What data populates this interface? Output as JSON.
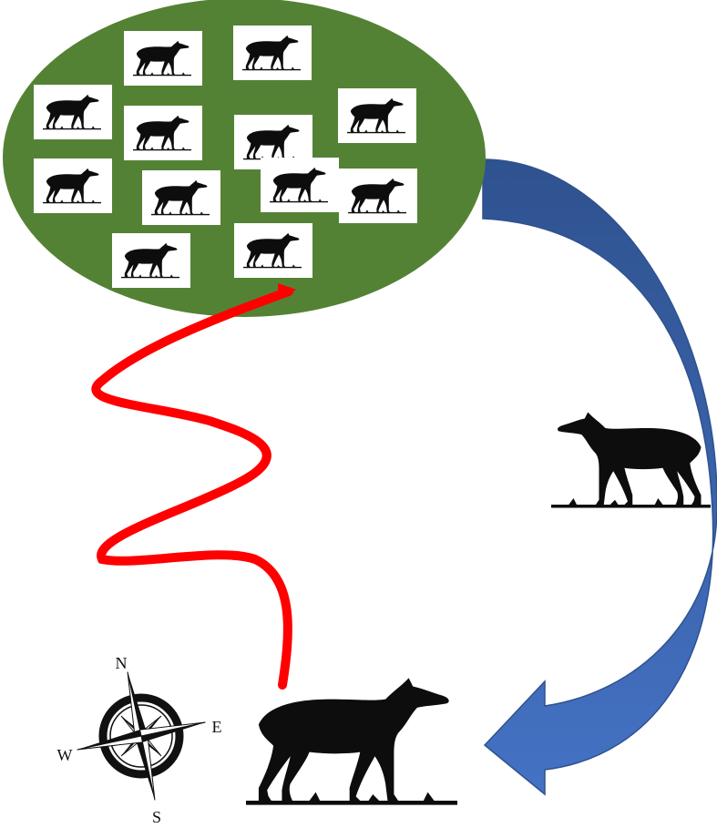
{
  "diagram": {
    "colors": {
      "group_ellipse": "#548235",
      "return_arrow_top": "#2f528f",
      "return_arrow_bottom": "#4472c4",
      "wander_path": "#ff0000",
      "silhouette": "#0d0d0d",
      "tile_background": "#ffffff"
    },
    "group": {
      "member_count": 12,
      "member_icon": "deer-silhouette-icon"
    },
    "compass": {
      "icon": "compass-rose-icon",
      "north": "N",
      "east": "E",
      "south": "S",
      "west": "W"
    },
    "solitary_deer": {
      "icon": "deer-silhouette-icon"
    },
    "returning_deer": {
      "icon": "deer-silhouette-icon"
    },
    "return_arrow": {
      "icon": "curved-arrow-icon"
    },
    "wander_path": {
      "icon": "wavy-path-icon"
    }
  }
}
